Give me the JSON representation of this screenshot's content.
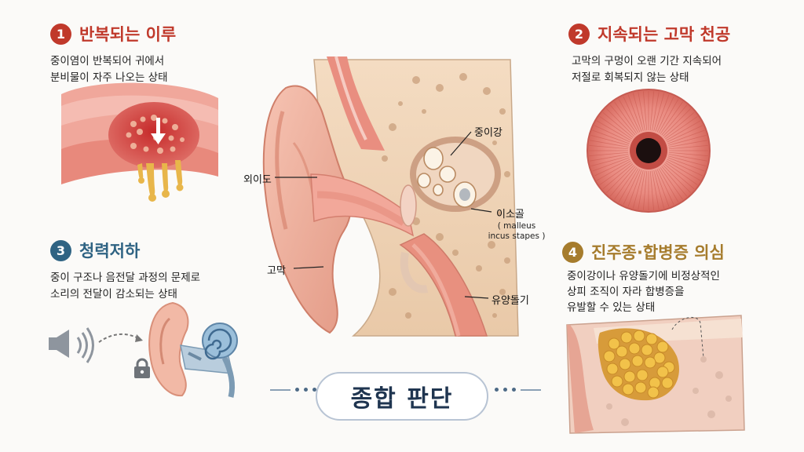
{
  "colors": {
    "red": "#c0392b",
    "teal": "#2f6383",
    "gold": "#a67c2d"
  },
  "sections": [
    {
      "number": "1",
      "title": "반복되는 이루",
      "desc": "중이염이 반복되어 귀에서\n분비물이 자주 나오는 상태"
    },
    {
      "number": "2",
      "title": "지속되는 고막 천공",
      "desc": "고막의 구멍이 오랜 기간 지속되어\n저절로 회복되지 않는 상태"
    },
    {
      "number": "3",
      "title": "청력저하",
      "desc": "중이 구조나 음전달 과정의 문제로\n소리의 전달이 감소되는 상태"
    },
    {
      "number": "4",
      "title": "진주종·합병증 의심",
      "desc": "중이강이나 유양돌기에 비정상적인\n상피 조직이 자라 합병증을\n유발할 수 있는 상태"
    }
  ],
  "anatomy": {
    "middle_ear": "중이강",
    "ear_canal": "외이도",
    "ossicles": "이소골",
    "ossicles_sub": "( malleus\nincus stapes )",
    "eardrum": "고막",
    "mastoid": "유양돌기"
  },
  "summary": "종합 판단",
  "icons": [
    "speaker-icon",
    "sound-waves-icon",
    "lock-icon"
  ]
}
